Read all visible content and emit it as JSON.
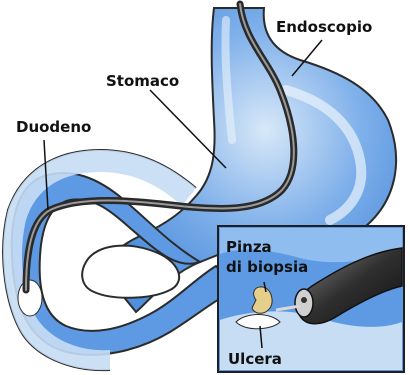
{
  "labels": {
    "endoscopio": "Endoscopio",
    "stomaco": "Stomaco",
    "duodeno": "Duodeno",
    "pinza_line1": "Pinza",
    "pinza_line2": "di biopsia",
    "ulcera": "Ulcera"
  },
  "colors": {
    "organ_fill": "#5d9ae3",
    "organ_outline": "#2b2b2b",
    "inner_wall": "#c7ddf4",
    "highlight": "#e9f3fc",
    "endoscope": "#3a3a3a",
    "inset_border": "#1f1f1f"
  }
}
